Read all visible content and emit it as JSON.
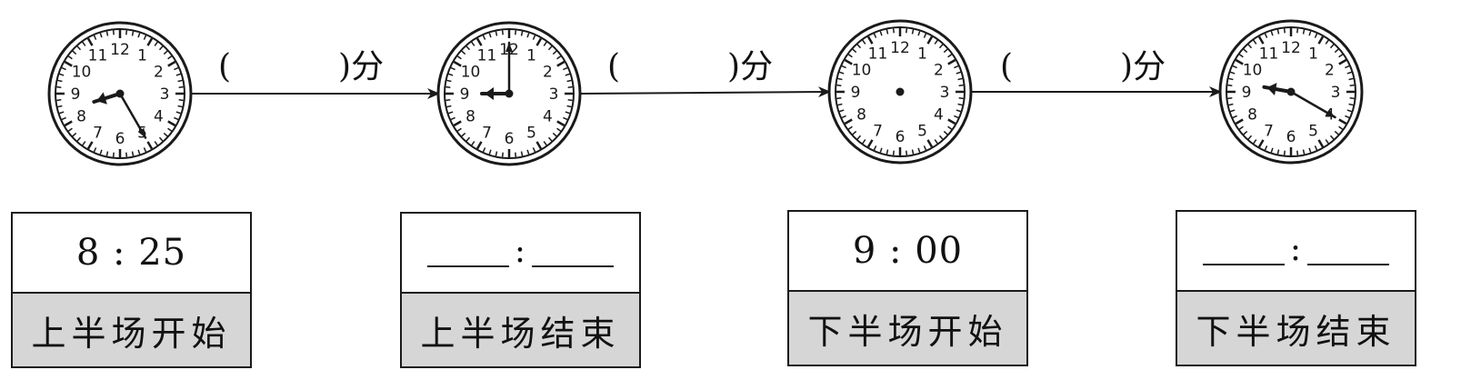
{
  "segments": [
    {
      "open": "(",
      "close": ")",
      "unit": "分"
    },
    {
      "open": "(",
      "close": ")",
      "unit": "分"
    },
    {
      "open": "(",
      "close": ")",
      "unit": "分"
    }
  ],
  "clocks": [
    {
      "name": "clock-first-half-start",
      "hour": 8,
      "minute": 25
    },
    {
      "name": "clock-first-half-end",
      "hour": 9,
      "minute": 0,
      "hour_hand_angle": 270
    },
    {
      "name": "clock-second-half-start",
      "hour": null,
      "minute": null
    },
    {
      "name": "clock-second-half-end",
      "hour": 9,
      "minute": 20
    }
  ],
  "boxes": [
    {
      "time": "8 : 25",
      "label": "上半场开始",
      "blank": false
    },
    {
      "time": ":",
      "label": "上半场结束",
      "blank": true
    },
    {
      "time": "9 : 00",
      "label": "下半场开始",
      "blank": false
    },
    {
      "time": ":",
      "label": "下半场结束",
      "blank": true
    }
  ],
  "clock_numbers": [
    "12",
    "1",
    "2",
    "3",
    "4",
    "5",
    "6",
    "7",
    "8",
    "9",
    "10",
    "11"
  ]
}
